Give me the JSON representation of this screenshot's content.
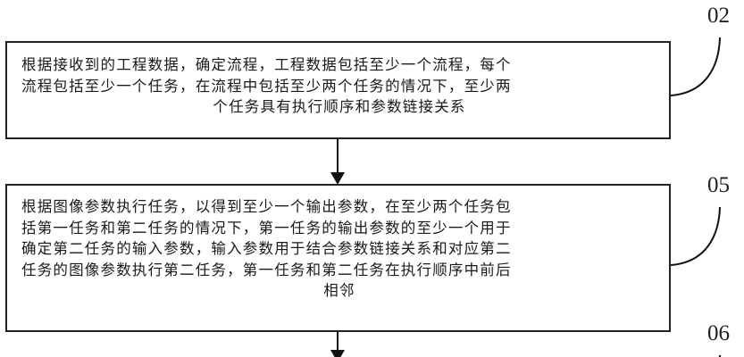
{
  "steps": [
    {
      "label": "02",
      "text_lines": [
        "根据接收到的工程数据，确定流程，工程数据包括至少一个流程，每个",
        "流程包括至少一个任务，在流程中包括至少两个任务的情况下，至少两"
      ],
      "text_last": "个任务具有执行顺序和参数链接关系"
    },
    {
      "label": "05",
      "text_lines": [
        "根据图像参数执行任务，以得到至少一个输出参数，在至少两个任务包",
        "括第一任务和第二任务的情况下，第一任务的输出参数的至少一个用于",
        "确定第二任务的输入参数，输入参数用于结合参数链接关系和对应第二",
        "任务的图像参数执行第二任务，第一任务和第二任务在执行顺序中前后"
      ],
      "text_last": "相邻"
    },
    {
      "label": "06"
    }
  ]
}
